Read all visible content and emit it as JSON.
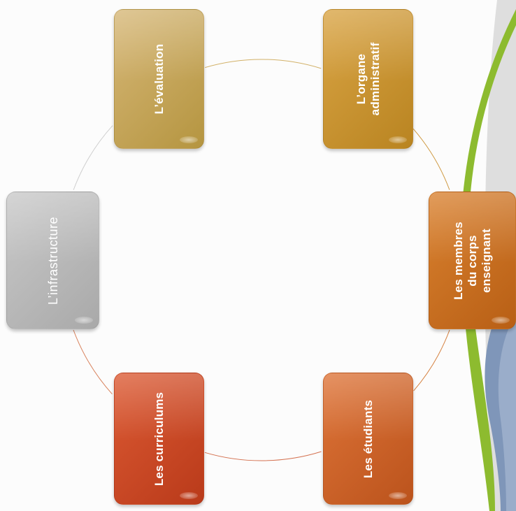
{
  "diagram": {
    "nodes": [
      {
        "id": "evaluation",
        "label": "L’évaluation",
        "color_top": "#d6b777",
        "color_bottom": "#b59540",
        "weight": "bold"
      },
      {
        "id": "organe",
        "label": "L’organe\nadministratif",
        "color_top": "#d9a444",
        "color_bottom": "#b98421",
        "weight": "bold"
      },
      {
        "id": "infrastructure",
        "label": "L’infrastructure",
        "color_top": "#c9c9c9",
        "color_bottom": "#a9a9a9",
        "weight": "normal"
      },
      {
        "id": "membres",
        "label": "Les membres\ndu corps\nenseignant",
        "color_top": "#d9812f",
        "color_bottom": "#b85f15",
        "weight": "bold"
      },
      {
        "id": "curriculums",
        "label": "Les curriculums",
        "color_top": "#dc5a33",
        "color_bottom": "#b93a1a",
        "weight": "bold"
      },
      {
        "id": "etudiants",
        "label": "Les étudiants",
        "color_top": "#de7438",
        "color_bottom": "#bb531c",
        "weight": "bold"
      }
    ],
    "connectors": [
      {
        "from": "evaluation",
        "to": "organe",
        "color": "#d2b168"
      },
      {
        "from": "organe",
        "to": "membres",
        "color": "#cf9a44"
      },
      {
        "from": "membres",
        "to": "etudiants",
        "color": "#d58140"
      },
      {
        "from": "etudiants",
        "to": "curriculums",
        "color": "#d47150"
      },
      {
        "from": "curriculums",
        "to": "infrastructure",
        "color": "#d9845f"
      },
      {
        "from": "infrastructure",
        "to": "evaluation",
        "color": "#cfcfcf"
      }
    ],
    "decoration_colors": {
      "gray_swoosh": "#d8d8d8",
      "green_swoosh": "#8dbb2f",
      "blue_swoosh": "#7f96b9"
    }
  }
}
